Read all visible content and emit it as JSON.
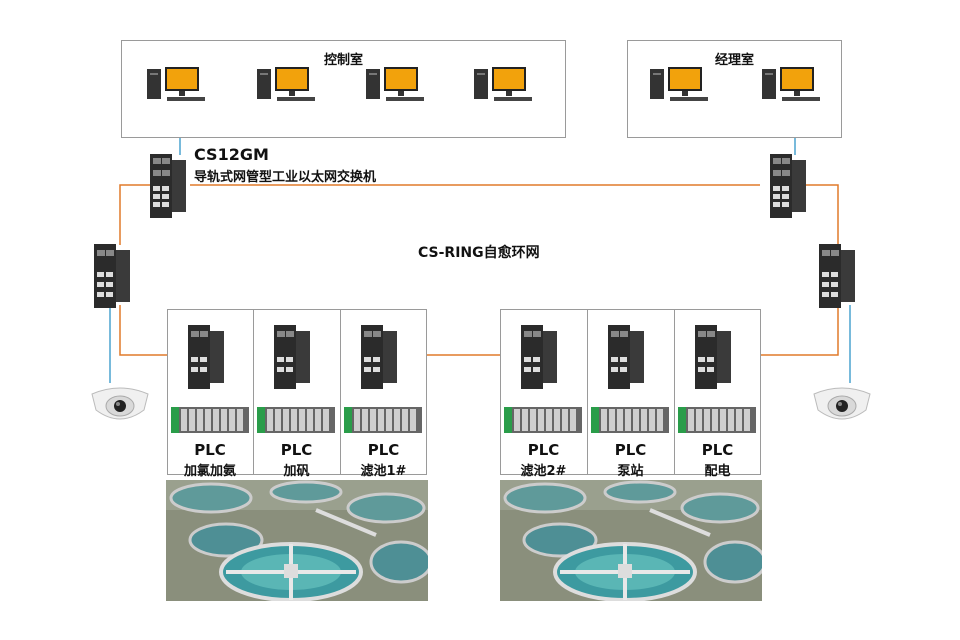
{
  "rooms": {
    "control_room": "控制室",
    "manager_room": "经理室"
  },
  "main_switch": {
    "model": "CS12GM",
    "description": "导轨式网管型工业以太网交换机"
  },
  "ring_label": "CS-RING自愈环网",
  "plc_stations": [
    {
      "line1": "PLC",
      "line2": "加氯加氨"
    },
    {
      "line1": "PLC",
      "line2": "加矾"
    },
    {
      "line1": "PLC",
      "line2": "滤池1#"
    },
    {
      "line1": "PLC",
      "line2": "滤池2#"
    },
    {
      "line1": "PLC",
      "line2": "泵站"
    },
    {
      "line1": "PLC",
      "line2": "配电"
    }
  ],
  "colors": {
    "ring": "#e07a2a",
    "lan": "#4aa3cf",
    "border": "#9a9a9a"
  }
}
